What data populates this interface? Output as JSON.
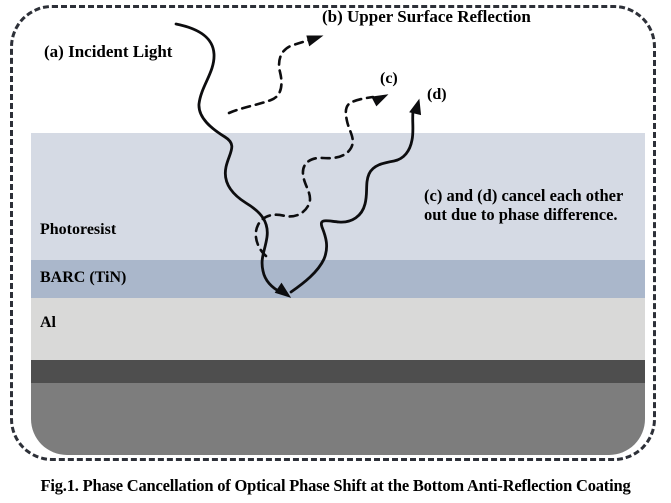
{
  "figure": {
    "caption": "Fig.1. Phase Cancellation of Optical Phase Shift at the Bottom Anti-Reflection Coating",
    "rays": {
      "incident_label": "(a) Incident Light",
      "upper_reflection_label": "(b) Upper Surface Reflection",
      "ray_c_label": "(c)",
      "ray_d_label": "(d)"
    },
    "note": {
      "line1": "(c) and (d) cancel each other",
      "line2": "out due to phase difference."
    },
    "layers": [
      {
        "name": "photoresist",
        "label": "Photoresist",
        "color": "#d5dae4"
      },
      {
        "name": "barc",
        "label": "BARC (TiN)",
        "color": "#aab7cb"
      },
      {
        "name": "al",
        "label": "Al",
        "color": "#d9d9d8"
      },
      {
        "name": "dark-film",
        "label": "",
        "color": "#4e4e4e"
      },
      {
        "name": "substrate",
        "label": "",
        "color": "#7d7d7d"
      }
    ],
    "colors": {
      "frame_border": "#2d3038",
      "ray_ink": "#0d0d0f",
      "background": "#ffffff",
      "text": "#000000"
    }
  }
}
